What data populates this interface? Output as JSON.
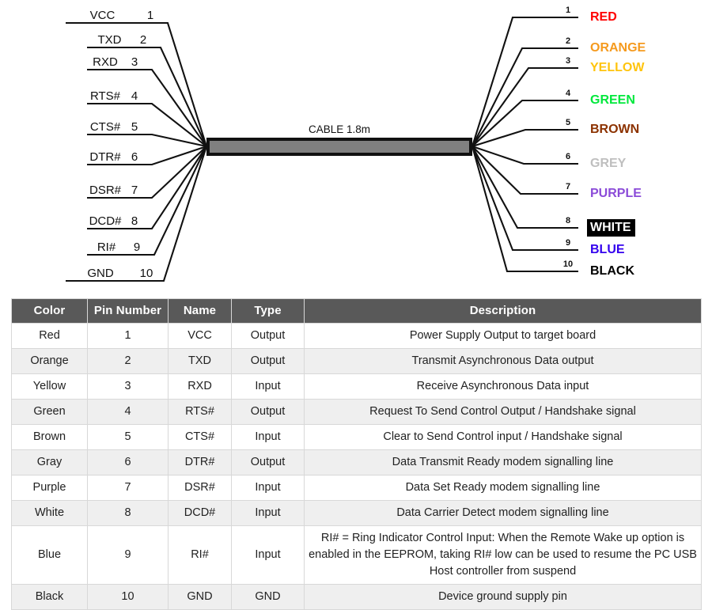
{
  "diagram": {
    "cable_label": "CABLE 1.8m",
    "left_pins": [
      {
        "name": "VCC",
        "number": "1"
      },
      {
        "name": "TXD",
        "number": "2"
      },
      {
        "name": "RXD",
        "number": "3"
      },
      {
        "name": "RTS#",
        "number": "4"
      },
      {
        "name": "CTS#",
        "number": "5"
      },
      {
        "name": "DTR#",
        "number": "6"
      },
      {
        "name": "DSR#",
        "number": "7"
      },
      {
        "name": "DCD#",
        "number": "8"
      },
      {
        "name": "RI#",
        "number": "9"
      },
      {
        "name": "GND",
        "number": "10"
      }
    ],
    "right_pins": [
      {
        "number": "1",
        "label": "RED",
        "color": "#FF0000",
        "highlight": "none"
      },
      {
        "number": "2",
        "label": "ORANGE",
        "color": "#F59A1E",
        "highlight": "none"
      },
      {
        "number": "3",
        "label": "YELLOW",
        "color": "#FFC40D",
        "highlight": "none"
      },
      {
        "number": "4",
        "label": "GREEN",
        "color": "#00E83C",
        "highlight": "none"
      },
      {
        "number": "5",
        "label": "BROWN",
        "color": "#8C3200",
        "highlight": "none"
      },
      {
        "number": "6",
        "label": "GREY",
        "color": "#BFBFBF",
        "highlight": "none"
      },
      {
        "number": "7",
        "label": "PURPLE",
        "color": "#8B4BD8",
        "highlight": "none"
      },
      {
        "number": "8",
        "label": "WHITE",
        "color": "#FFFFFF",
        "highlight": "#000000"
      },
      {
        "number": "9",
        "label": "BLUE",
        "color": "#3300EE",
        "highlight": "none"
      },
      {
        "number": "10",
        "label": "BLACK",
        "color": "#000000",
        "highlight": "none"
      }
    ]
  },
  "table": {
    "headers": [
      "Color",
      "Pin Number",
      "Name",
      "Type",
      "Description"
    ],
    "rows": [
      {
        "color": "Red",
        "pin": "1",
        "name": "VCC",
        "type": "Output",
        "description": "Power Supply Output to target board"
      },
      {
        "color": "Orange",
        "pin": "2",
        "name": "TXD",
        "type": "Output",
        "description": "Transmit Asynchronous Data output"
      },
      {
        "color": "Yellow",
        "pin": "3",
        "name": "RXD",
        "type": "Input",
        "description": "Receive Asynchronous Data input"
      },
      {
        "color": "Green",
        "pin": "4",
        "name": "RTS#",
        "type": "Output",
        "description": "Request To Send Control Output / Handshake signal"
      },
      {
        "color": "Brown",
        "pin": "5",
        "name": "CTS#",
        "type": "Input",
        "description": "Clear to Send Control input / Handshake signal"
      },
      {
        "color": "Gray",
        "pin": "6",
        "name": "DTR#",
        "type": "Output",
        "description": "Data Transmit Ready modem signalling line"
      },
      {
        "color": "Purple",
        "pin": "7",
        "name": "DSR#",
        "type": "Input",
        "description": "Data Set Ready modem signalling line"
      },
      {
        "color": "White",
        "pin": "8",
        "name": "DCD#",
        "type": "Input",
        "description": "Data Carrier Detect modem signalling line"
      },
      {
        "color": "Blue",
        "pin": "9",
        "name": "RI#",
        "type": "Input",
        "description": "RI# = Ring Indicator Control Input: When the Remote Wake up option is enabled in the EEPROM, taking RI# low can be used to resume the PC USB Host controller from suspend"
      },
      {
        "color": "Black",
        "pin": "10",
        "name": "GND",
        "type": "GND",
        "description": "Device ground supply pin"
      }
    ]
  }
}
